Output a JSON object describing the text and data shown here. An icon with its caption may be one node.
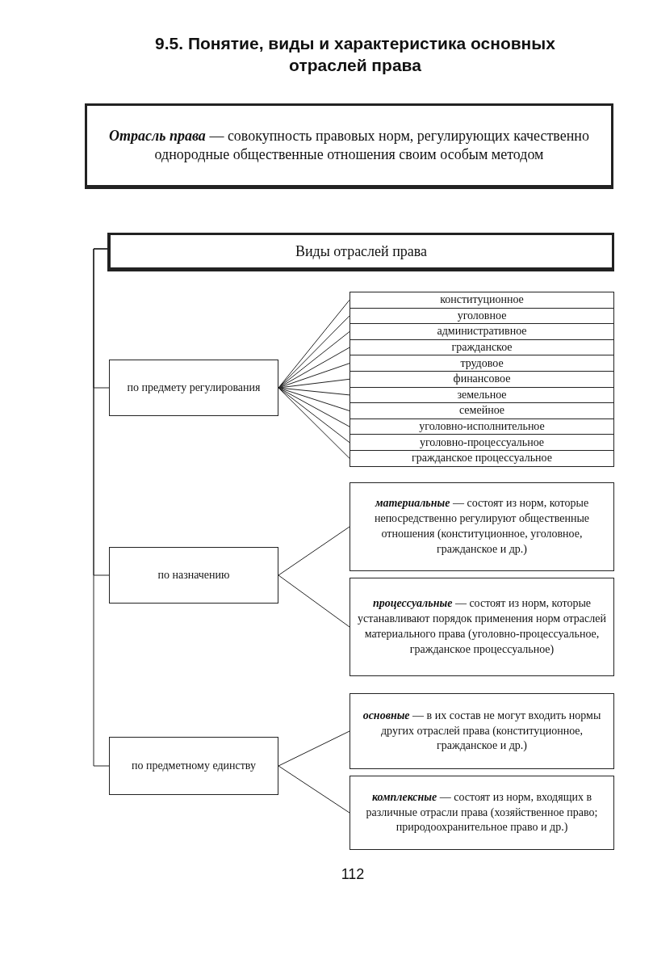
{
  "diagram": {
    "title": "9.5. Понятие, виды и характеристика основных отраслей права",
    "nodes": [
      {
        "text": [
          "**Отрасль права** — совокупность правовых норм, регулирующих качественно однородные общественные отношения своим особым методом"
        ]
      },
      {
        "text": [
          "Виды отраслей права"
        ]
      },
      {
        "text": [
          "по предмету регулирования"
        ]
      },
      {
        "text": [
          "конституционное"
        ]
      },
      {
        "text": [
          "уголовное"
        ]
      },
      {
        "text": [
          "административное"
        ]
      },
      {
        "text": [
          "гражданское"
        ]
      },
      {
        "text": [
          "трудовое"
        ]
      },
      {
        "text": [
          "финансовое"
        ]
      },
      {
        "text": [
          "земельное"
        ]
      },
      {
        "text": [
          "семейное"
        ]
      },
      {
        "text": [
          "уголовно-исполнительное"
        ]
      },
      {
        "text": [
          "уголовно-процессуальное"
        ]
      },
      {
        "text": [
          "гражданское процессуальное"
        ]
      },
      {
        "text": [
          "по назначению"
        ]
      },
      {
        "text": [
          "**материальные** — состоят из норм, которые непосредственно регулируют общественные отношения (конституционное, уголовное, гражданское и др.)"
        ]
      },
      {
        "text": [
          "**процессуальные** — состоят из норм, которые устанавливают порядок применения норм отраслей материального права (уголовно-процессуальное, гражданское процессуальное)"
        ]
      },
      {
        "text": [
          "по предметному единству"
        ]
      },
      {
        "text": [
          "**основные** — в их состав не могут входить нормы других отраслей права (конституционное, гражданское и др.)"
        ]
      },
      {
        "text": [
          "**комплексные** — состоят из норм, входящих в различные отрасли права (хозяйственное право; природоохранительное право и др.)"
        ]
      }
    ],
    "edges": [
      {
        "from": 1,
        "to": 2,
        "arrow": "none"
      },
      {
        "from": 1,
        "to": 14,
        "arrow": "none"
      },
      {
        "from": 1,
        "to": 17,
        "arrow": "none"
      },
      {
        "from": 2,
        "to": 3,
        "arrow": "none"
      },
      {
        "from": 2,
        "to": 4,
        "arrow": "none"
      },
      {
        "from": 2,
        "to": 5,
        "arrow": "none"
      },
      {
        "from": 2,
        "to": 6,
        "arrow": "none"
      },
      {
        "from": 2,
        "to": 7,
        "arrow": "none"
      },
      {
        "from": 2,
        "to": 8,
        "arrow": "none"
      },
      {
        "from": 2,
        "to": 9,
        "arrow": "none"
      },
      {
        "from": 2,
        "to": 10,
        "arrow": "none"
      },
      {
        "from": 2,
        "to": 11,
        "arrow": "none"
      },
      {
        "from": 2,
        "to": 12,
        "arrow": "none"
      },
      {
        "from": 2,
        "to": 13,
        "arrow": "none"
      },
      {
        "from": 14,
        "to": 15,
        "arrow": "none"
      },
      {
        "from": 14,
        "to": 16,
        "arrow": "none"
      },
      {
        "from": 17,
        "to": 18,
        "arrow": "none"
      },
      {
        "from": 17,
        "to": 19,
        "arrow": "none"
      }
    ],
    "labels": [
      "112"
    ]
  }
}
